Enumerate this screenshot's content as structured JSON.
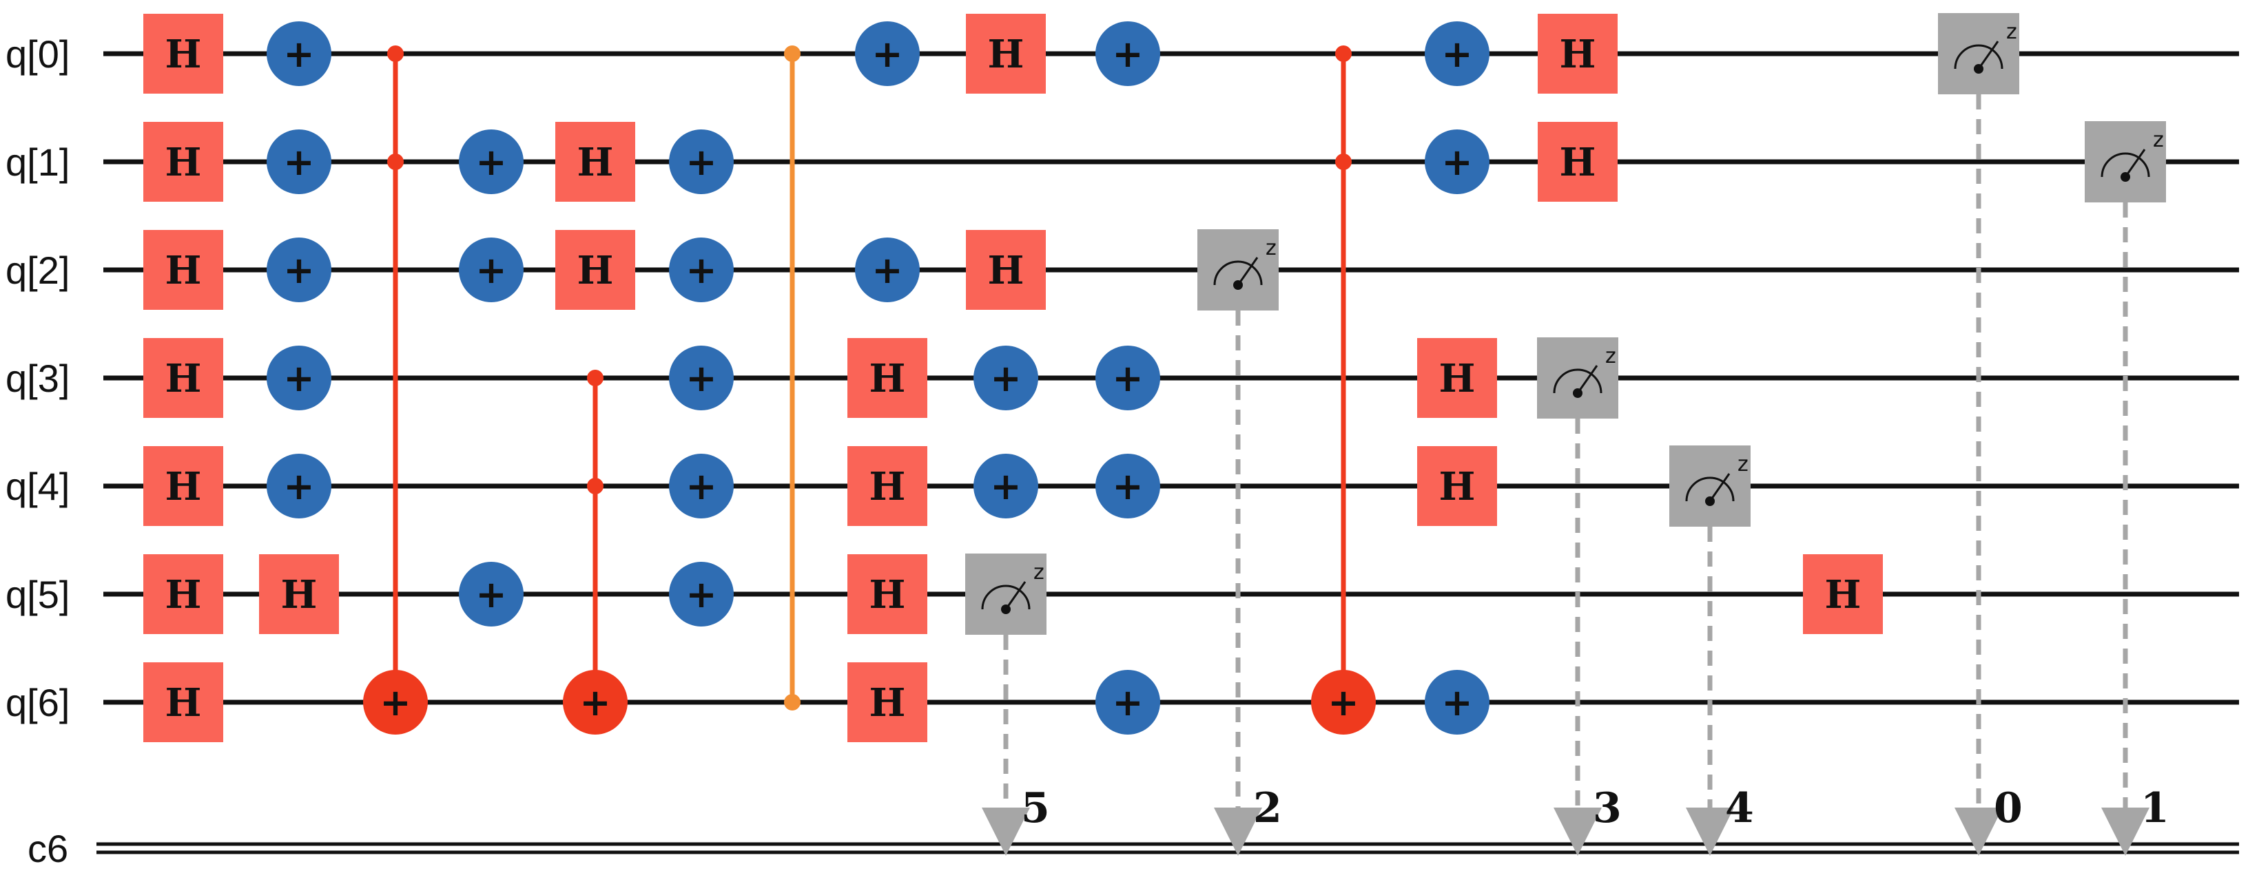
{
  "colors": {
    "wire": "#111111",
    "h_gate": "#fa6457",
    "x_gate": "#2f6db3",
    "cx_red": "#ef3a1e",
    "barrier_orange": "#f39035",
    "meter": "#a6a6a6",
    "dashed": "#a6a6a6"
  },
  "qubits": [
    "q[0]",
    "q[1]",
    "q[2]",
    "q[3]",
    "q[4]",
    "q[5]",
    "q[6]"
  ],
  "classical_register": "c6",
  "gates": {
    "h_label": "H",
    "x_label": "+",
    "meter_axis_label": "z"
  },
  "circuit": {
    "h_gates": [
      {
        "qubit": 0,
        "step": 0
      },
      {
        "qubit": 1,
        "step": 0
      },
      {
        "qubit": 2,
        "step": 0
      },
      {
        "qubit": 3,
        "step": 0
      },
      {
        "qubit": 4,
        "step": 0
      },
      {
        "qubit": 5,
        "step": 0
      },
      {
        "qubit": 6,
        "step": 0
      },
      {
        "qubit": 5,
        "step": 1
      },
      {
        "qubit": 1,
        "step": 4
      },
      {
        "qubit": 2,
        "step": 4
      },
      {
        "qubit": 3,
        "step": 8
      },
      {
        "qubit": 4,
        "step": 8
      },
      {
        "qubit": 5,
        "step": 8
      },
      {
        "qubit": 6,
        "step": 8
      },
      {
        "qubit": 0,
        "step": 9
      },
      {
        "qubit": 2,
        "step": 9
      },
      {
        "qubit": 3,
        "step": 14
      },
      {
        "qubit": 4,
        "step": 14
      },
      {
        "qubit": 0,
        "step": 15
      },
      {
        "qubit": 1,
        "step": 15
      },
      {
        "qubit": 5,
        "step": 17
      }
    ],
    "x_gates": [
      {
        "qubit": 0,
        "step": 1
      },
      {
        "qubit": 1,
        "step": 1
      },
      {
        "qubit": 2,
        "step": 1
      },
      {
        "qubit": 3,
        "step": 1
      },
      {
        "qubit": 4,
        "step": 1
      },
      {
        "qubit": 1,
        "step": 3
      },
      {
        "qubit": 2,
        "step": 3
      },
      {
        "qubit": 5,
        "step": 3
      },
      {
        "qubit": 1,
        "step": 5
      },
      {
        "qubit": 2,
        "step": 5
      },
      {
        "qubit": 3,
        "step": 5
      },
      {
        "qubit": 4,
        "step": 5
      },
      {
        "qubit": 5,
        "step": 5
      },
      {
        "qubit": 0,
        "step": 8
      },
      {
        "qubit": 2,
        "step": 8
      },
      {
        "qubit": 3,
        "step": 9
      },
      {
        "qubit": 4,
        "step": 9
      },
      {
        "qubit": 0,
        "step": 10
      },
      {
        "qubit": 3,
        "step": 10
      },
      {
        "qubit": 4,
        "step": 10
      },
      {
        "qubit": 6,
        "step": 10
      },
      {
        "qubit": 0,
        "step": 14
      },
      {
        "qubit": 1,
        "step": 14
      },
      {
        "qubit": 6,
        "step": 14
      }
    ],
    "controlled_x": [
      {
        "controls": [
          0,
          1
        ],
        "target": 6,
        "step": 2,
        "color": "cx_red"
      },
      {
        "controls": [
          3,
          4
        ],
        "target": 6,
        "step": 4,
        "color": "cx_red"
      },
      {
        "controls": [
          0,
          1
        ],
        "target": 6,
        "step": 13,
        "color": "cx_red"
      }
    ],
    "connectors": [
      {
        "from": 0,
        "to": 6,
        "step": 7,
        "color": "barrier_orange"
      }
    ],
    "measurements": [
      {
        "qubit": 5,
        "step": 9,
        "clbit": "5"
      },
      {
        "qubit": 2,
        "step": 11,
        "clbit": "2"
      },
      {
        "qubit": 3,
        "step": 15,
        "clbit": "3"
      },
      {
        "qubit": 4,
        "step": 16,
        "clbit": "4"
      },
      {
        "qubit": 0,
        "step": 18,
        "clbit": "0"
      },
      {
        "qubit": 1,
        "step": 19,
        "clbit": "1"
      }
    ]
  }
}
